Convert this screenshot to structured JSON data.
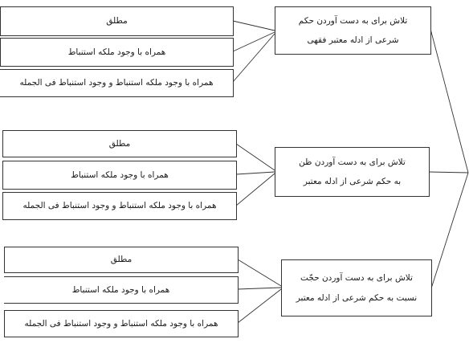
{
  "groups": [
    {
      "main": {
        "line1": "تلاش برای به دست آوردن حکم",
        "line2": "شرعی از ادله معتبر فقهی"
      },
      "branches": [
        "مطلق",
        "همراه با وجود ملکه استنباط",
        "همراه با وجود ملکه استنباط و وجود استنباط فی الجمله"
      ]
    },
    {
      "main": {
        "line1": "تلاش برای به دست آوردن ظن",
        "line2": "به حکم شرعی از ادله معتبر"
      },
      "branches": [
        "مطلق",
        "همراه با وجود ملکه استنباط",
        "همراه با وجود ملکه استنباط و وجود استنباط فی الجمله"
      ]
    },
    {
      "main": {
        "line1": "تلاش برای به دست آوردن حجّت",
        "line2": "نسبت به حکم شرعی از ادله معتبر"
      },
      "branches": [
        "مطلق",
        "همراه با وجود ملکه استنباط",
        "همراه با وجود ملکه استنباط و وجود استنباط فی الجمله"
      ]
    }
  ]
}
